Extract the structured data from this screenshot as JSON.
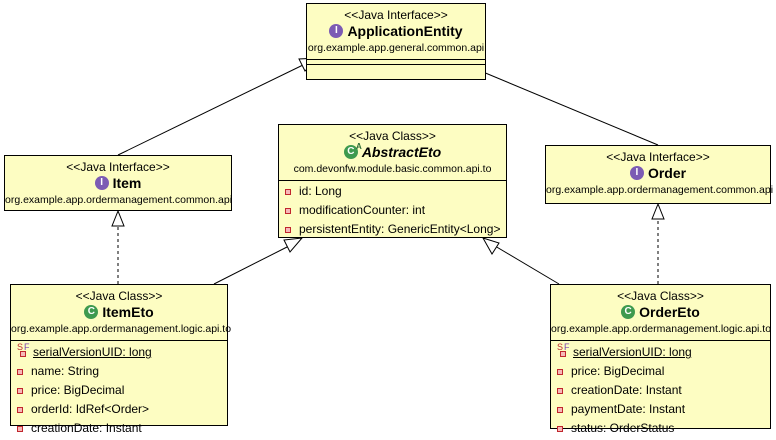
{
  "diagram": {
    "application_entity": {
      "stereotype": "<<Java Interface>>",
      "name": "ApplicationEntity",
      "package": "org.example.app.general.common.api",
      "icon": "interface-icon"
    },
    "abstract_eto": {
      "stereotype": "<<Java Class>>",
      "name": "AbstractEto",
      "package": "com.devonfw.module.basic.common.api.to",
      "icon": "abstract-class-icon",
      "attributes": [
        "id: Long",
        "modificationCounter: int",
        "persistentEntity: GenericEntity<Long>"
      ]
    },
    "item": {
      "stereotype": "<<Java Interface>>",
      "name": "Item",
      "package": "org.example.app.ordermanagement.common.api",
      "icon": "interface-icon"
    },
    "order": {
      "stereotype": "<<Java Interface>>",
      "name": "Order",
      "package": "org.example.app.ordermanagement.common.api",
      "icon": "interface-icon"
    },
    "item_eto": {
      "stereotype": "<<Java Class>>",
      "name": "ItemEto",
      "package": "org.example.app.ordermanagement.logic.api.to",
      "icon": "class-icon",
      "static_attribute": "serialVersionUID: long",
      "attributes": [
        "name: String",
        "price: BigDecimal",
        "orderId: IdRef<Order>",
        "creationDate: Instant"
      ]
    },
    "order_eto": {
      "stereotype": "<<Java Class>>",
      "name": "OrderEto",
      "package": "org.example.app.ordermanagement.logic.api.to",
      "icon": "class-icon",
      "static_attribute": "serialVersionUID: long",
      "attributes": [
        "price: BigDecimal",
        "creationDate: Instant",
        "paymentDate: Instant",
        "status: OrderStatus"
      ]
    },
    "colors": {
      "box_fill": "#fdfdc2",
      "interface_icon": "#7c5bb4",
      "class_icon": "#3e9a4f",
      "private_marker": "#c0262d"
    },
    "relations": [
      {
        "from": "Item",
        "to": "ApplicationEntity",
        "kind": "generalization"
      },
      {
        "from": "Order",
        "to": "ApplicationEntity",
        "kind": "generalization"
      },
      {
        "from": "ItemEto",
        "to": "AbstractEto",
        "kind": "generalization"
      },
      {
        "from": "OrderEto",
        "to": "AbstractEto",
        "kind": "generalization"
      },
      {
        "from": "ItemEto",
        "to": "Item",
        "kind": "realization"
      },
      {
        "from": "OrderEto",
        "to": "Order",
        "kind": "realization"
      }
    ]
  }
}
